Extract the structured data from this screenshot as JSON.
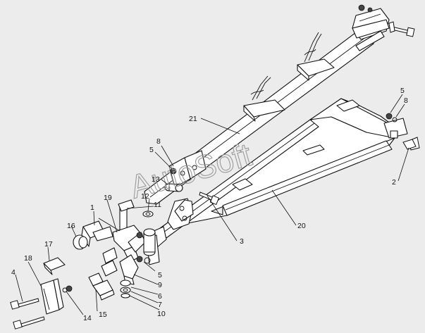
{
  "watermark": "AutoSoft",
  "callouts": [
    {
      "id": "c1",
      "label": "1"
    },
    {
      "id": "c2",
      "label": "2"
    },
    {
      "id": "c3",
      "label": "3"
    },
    {
      "id": "c4",
      "label": "4"
    },
    {
      "id": "c5a",
      "label": "5"
    },
    {
      "id": "c5b",
      "label": "5"
    },
    {
      "id": "c5c",
      "label": "5"
    },
    {
      "id": "c6",
      "label": "6"
    },
    {
      "id": "c7",
      "label": "7"
    },
    {
      "id": "c8a",
      "label": "8"
    },
    {
      "id": "c8b",
      "label": "8"
    },
    {
      "id": "c9",
      "label": "9"
    },
    {
      "id": "c10",
      "label": "10"
    },
    {
      "id": "c11",
      "label": "11"
    },
    {
      "id": "c12",
      "label": "12"
    },
    {
      "id": "c13",
      "label": "13"
    },
    {
      "id": "c14",
      "label": "14"
    },
    {
      "id": "c15",
      "label": "15"
    },
    {
      "id": "c16",
      "label": "16"
    },
    {
      "id": "c17",
      "label": "17"
    },
    {
      "id": "c18",
      "label": "18"
    },
    {
      "id": "c19",
      "label": "19"
    },
    {
      "id": "c20",
      "label": "20"
    },
    {
      "id": "c21",
      "label": "21"
    }
  ]
}
